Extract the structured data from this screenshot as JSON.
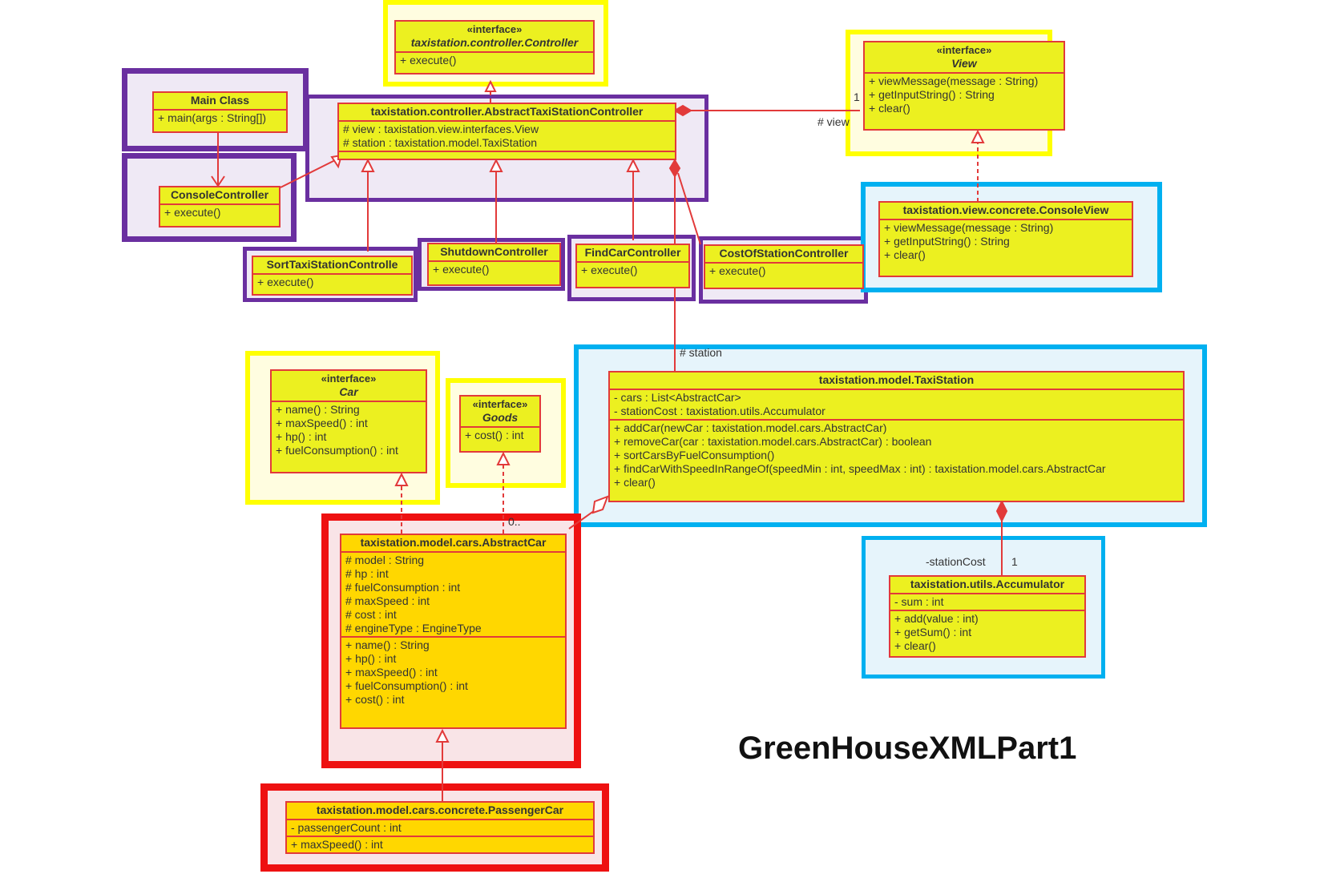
{
  "caption": "GreenHouseXMLPart1",
  "colors": {
    "purple_frame": "#6a2fa0",
    "yellow_frame": "#ffff00",
    "blue_frame": "#00b0f0",
    "red_frame": "#ee1111",
    "line": "#e23a3a",
    "class_fill_yellow": "#ecf020",
    "class_fill_gold": "#ffd700"
  },
  "classes": {
    "controller_iface": {
      "stereotype": "«interface»",
      "name": "taxistation.controller.Controller",
      "attributes": [],
      "methods": [
        "+ execute()"
      ]
    },
    "view_iface": {
      "stereotype": "«interface»",
      "name": "View",
      "attributes": [],
      "methods": [
        "+ viewMessage(message : String)",
        "+ getInputString() : String",
        "+ clear()"
      ]
    },
    "main": {
      "name": "Main Class",
      "attributes": [],
      "methods": [
        "+ main(args : String[])"
      ]
    },
    "abstract_ctrl": {
      "name": "taxistation.controller.AbstractTaxiStationController",
      "attributes": [
        "# view : taxistation.view.interfaces.View",
        "# station : taxistation.model.TaxiStation"
      ],
      "methods": []
    },
    "console_ctrl": {
      "name": "ConsoleController",
      "methods": [
        "+ execute()"
      ]
    },
    "sort_ctrl": {
      "name": "SortTaxiStationControlle",
      "methods": [
        "+ execute()"
      ]
    },
    "shutdown_ctrl": {
      "name": "ShutdownController",
      "methods": [
        "+ execute()"
      ]
    },
    "findcar_ctrl": {
      "name": "FindCarController",
      "methods": [
        "+ execute()"
      ]
    },
    "cost_ctrl": {
      "name": "CostOfStationController",
      "methods": [
        "+ execute()"
      ]
    },
    "console_view": {
      "name": "taxistation.view.concrete.ConsoleView",
      "methods": [
        "+ viewMessage(message : String)",
        "+ getInputString() : String",
        "+ clear()"
      ]
    },
    "car_iface": {
      "stereotype": "«interface»",
      "name": "Car",
      "methods": [
        "+ name() : String",
        "+ maxSpeed() : int",
        "+ hp() : int",
        "+ fuelConsumption() : int"
      ]
    },
    "goods_iface": {
      "stereotype": "«interface»",
      "name": "Goods",
      "methods": [
        "+ cost() : int"
      ]
    },
    "taxi_station": {
      "name": "taxistation.model.TaxiStation",
      "attributes": [
        "- cars : List<AbstractCar>",
        "- stationCost : taxistation.utils.Accumulator"
      ],
      "methods": [
        "+ addCar(newCar : taxistation.model.cars.AbstractCar)",
        "+ removeCar(car : taxistation.model.cars.AbstractCar) : boolean",
        "+ sortCarsByFuelConsumption()",
        "+ findCarWithSpeedInRangeOf(speedMin : int, speedMax : int) : taxistation.model.cars.AbstractCar",
        "+ clear()"
      ]
    },
    "accumulator": {
      "name": "taxistation.utils.Accumulator",
      "attributes": [
        "- sum : int"
      ],
      "methods": [
        "+ add(value : int)",
        "+ getSum() : int",
        "+ clear()"
      ]
    },
    "abstract_car": {
      "name": "taxistation.model.cars.AbstractCar",
      "attributes": [
        "# model : String",
        "# hp : int",
        "# fuelConsumption : int",
        "# maxSpeed : int",
        "# cost : int",
        "# engineType : EngineType"
      ],
      "methods": [
        "+ name() : String",
        "+ hp() : int",
        "+ maxSpeed() : int",
        "+ fuelConsumption() : int",
        "+ cost() : int"
      ]
    },
    "passenger_car": {
      "name": "taxistation.model.cars.concrete.PassengerCar",
      "attributes": [
        "- passengerCount : int"
      ],
      "methods": [
        "+ maxSpeed() : int"
      ]
    }
  },
  "labels": {
    "view_role": "# view",
    "view_mult": "1",
    "station_role": "# station",
    "stationcost_role": "-stationCost",
    "stationcost_mult": "1",
    "cars_mult": "0.."
  }
}
